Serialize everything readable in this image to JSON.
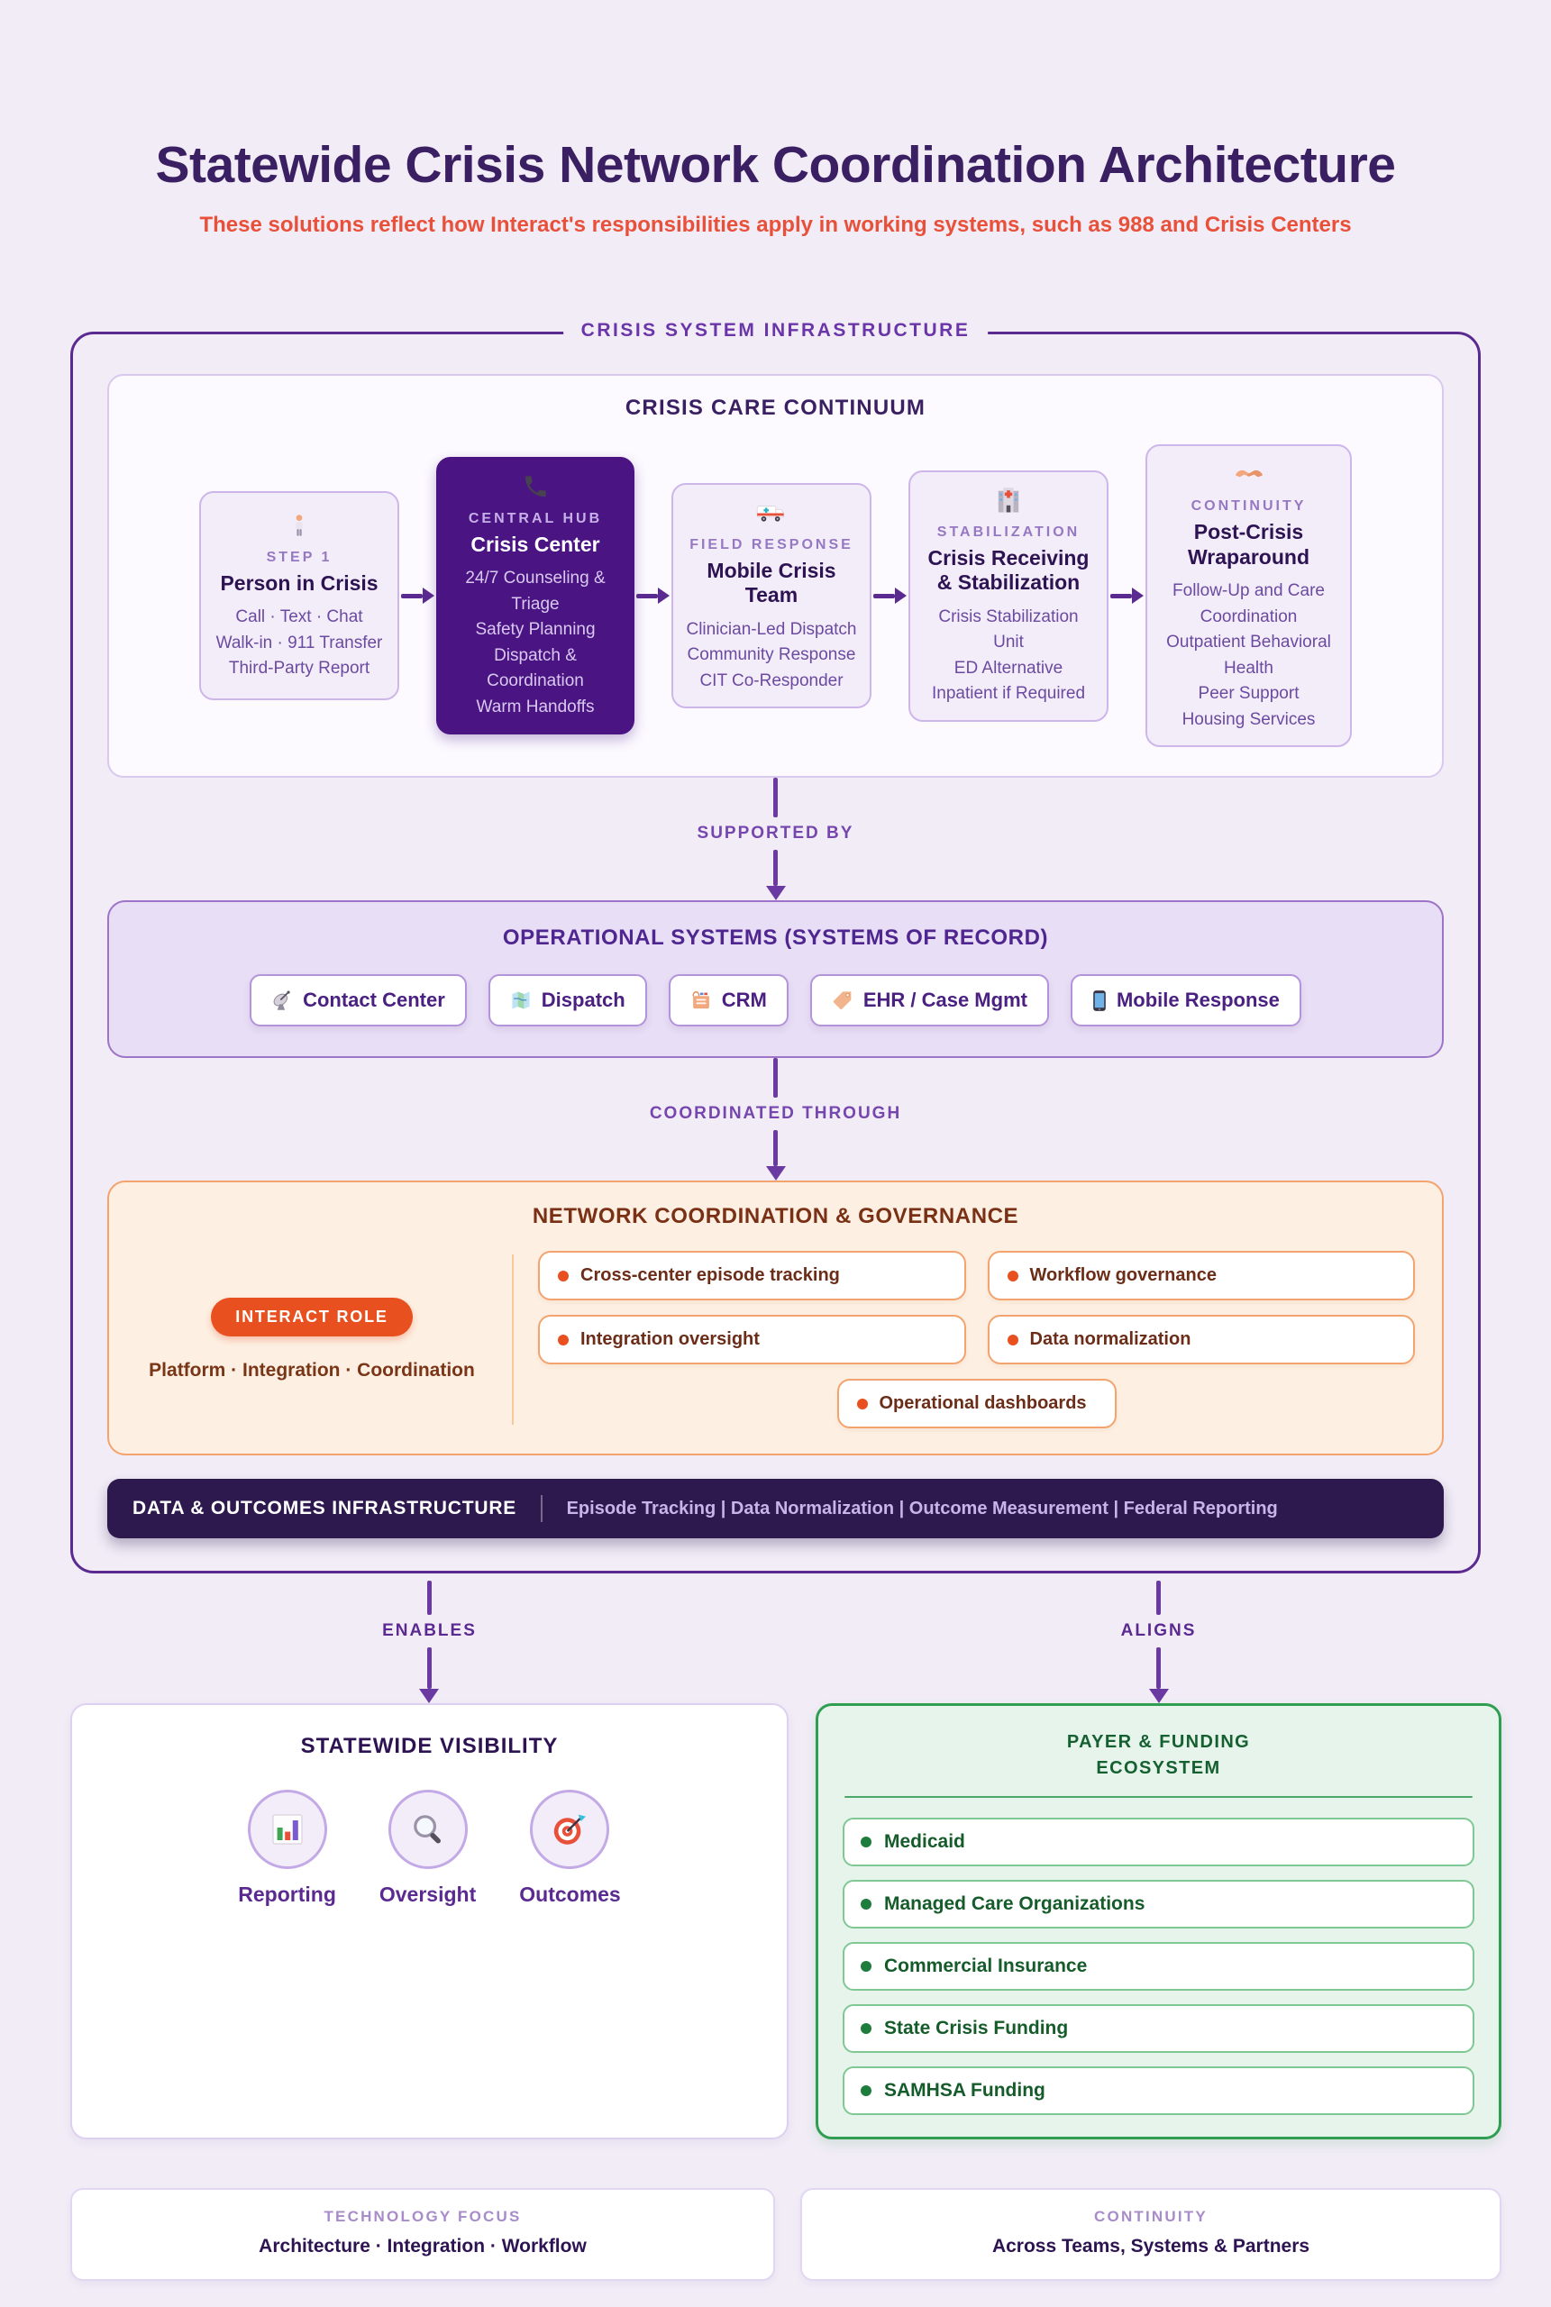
{
  "colors": {
    "background": "#f1ecf6",
    "heading_purple": "#3a1f62",
    "accent_purple": "#5b2a91",
    "arrow_purple": "#6a3aa2",
    "hub_purple": "#4a1483",
    "dark_bar_purple": "#2d194e",
    "subtitle_orange": "#e8503a",
    "badge_orange": "#e8501f",
    "orange_panel_border": "#f3a46e",
    "orange_panel_fill": "#fdf0e3",
    "green_border": "#2f9e51",
    "green_fill": "#e7f4eb",
    "green_text": "#156030"
  },
  "header": {
    "title": "Statewide Crisis Network Coordination Architecture",
    "subtitle": "These solutions reflect how Interact's responsibilities apply in working systems, such as 988 and Crisis Centers"
  },
  "infrastructure": {
    "label": "CRISIS SYSTEM INFRASTRUCTURE",
    "continuum": {
      "title": "CRISIS CARE CONTINUUM",
      "steps": [
        {
          "icon": "person-icon",
          "kicker": "STEP 1",
          "title": "Person in Crisis",
          "lines": [
            "Call · Text · Chat",
            "Walk-in · 911 Transfer",
            "Third-Party Report"
          ]
        },
        {
          "icon": "phone-receiver-icon",
          "kicker": "CENTRAL HUB",
          "title": "Crisis Center",
          "lines": [
            "24/7 Counseling & Triage",
            "Safety Planning",
            "Dispatch & Coordination",
            "Warm Handoffs"
          ]
        },
        {
          "icon": "ambulance-icon",
          "kicker": "FIELD RESPONSE",
          "title": "Mobile Crisis Team",
          "lines": [
            "Clinician-Led Dispatch",
            "Community Response",
            "CIT Co-Responder"
          ]
        },
        {
          "icon": "hospital-icon",
          "kicker": "STABILIZATION",
          "title": "Crisis Receiving & Stabilization",
          "lines": [
            "Crisis Stabilization Unit",
            "ED Alternative",
            "Inpatient if Required"
          ]
        },
        {
          "icon": "handshake-icon",
          "kicker": "CONTINUITY",
          "title": "Post-Crisis Wraparound",
          "lines": [
            "Follow-Up and Care Coordination",
            "Outpatient Behavioral Health",
            "Peer Support",
            "Housing Services"
          ]
        }
      ]
    },
    "supported_by_label": "SUPPORTED BY",
    "operational_systems": {
      "title": "OPERATIONAL SYSTEMS (SYSTEMS OF RECORD)",
      "systems": [
        {
          "icon": "satellite-dish-icon",
          "label": "Contact Center"
        },
        {
          "icon": "map-icon",
          "label": "Dispatch"
        },
        {
          "icon": "card-index-icon",
          "label": "CRM"
        },
        {
          "icon": "tag-icon",
          "label": "EHR / Case Mgmt"
        },
        {
          "icon": "mobile-phone-icon",
          "label": "Mobile Response"
        }
      ]
    },
    "coordinated_through_label": "COORDINATED THROUGH",
    "governance": {
      "title": "NETWORK COORDINATION & GOVERNANCE",
      "interact_role_badge": "INTERACT ROLE",
      "role_summary": "Platform · Integration · Coordination",
      "functions": [
        "Cross-center episode tracking",
        "Workflow governance",
        "Integration oversight",
        "Data normalization",
        "Operational dashboards"
      ]
    },
    "data_outcomes_bar": {
      "title": "DATA & OUTCOMES INFRASTRUCTURE",
      "items_text": "Episode Tracking  |  Data Normalization  |  Outcome Measurement  |  Federal Reporting"
    }
  },
  "connectors": {
    "enables_label": "ENABLES",
    "aligns_label": "ALIGNS"
  },
  "statewide_visibility": {
    "title": "STATEWIDE VISIBILITY",
    "items": [
      {
        "icon": "bar-chart-icon",
        "label": "Reporting"
      },
      {
        "icon": "magnifying-glass-icon",
        "label": "Oversight"
      },
      {
        "icon": "target-icon",
        "label": "Outcomes"
      }
    ]
  },
  "payer_funding": {
    "title_line1": "PAYER & FUNDING",
    "title_line2": "ECOSYSTEM",
    "items": [
      "Medicaid",
      "Managed Care Organizations",
      "Commercial Insurance",
      "State Crisis Funding",
      "SAMHSA Funding"
    ]
  },
  "footer_cards": [
    {
      "kicker": "TECHNOLOGY FOCUS",
      "text": "Architecture · Integration · Workflow"
    },
    {
      "kicker": "CONTINUITY",
      "text": "Across Teams, Systems & Partners"
    }
  ]
}
